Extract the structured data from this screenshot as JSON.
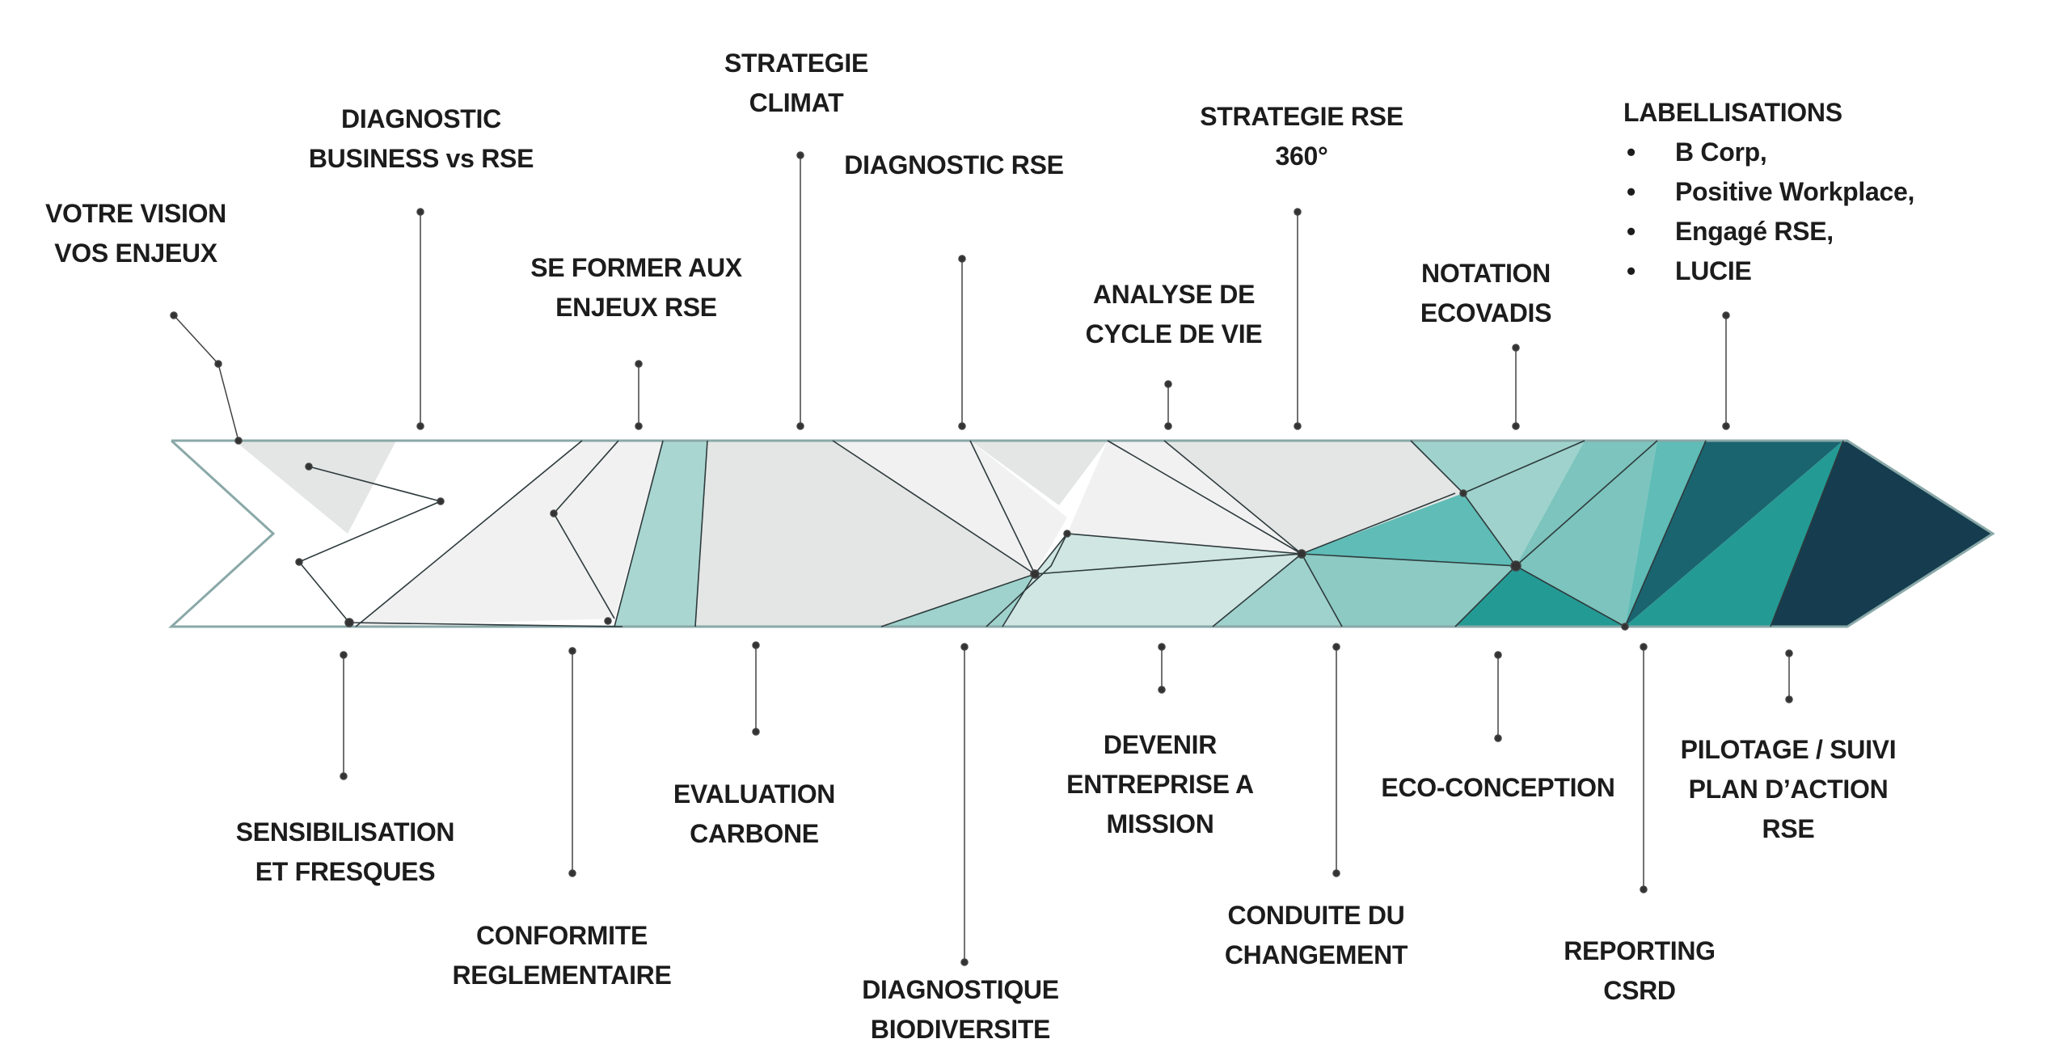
{
  "colors": {
    "teal_dark": "#153d4f",
    "teal_deep": "#1a6470",
    "teal_mid": "#249a94",
    "teal_light": "#5fbcb6",
    "teal_pale": "#9fd2cc",
    "grey_pale": "#e3e6e4",
    "grey_light": "#f1f1f1",
    "stroke": "#2e3a3d"
  },
  "top_labels": [
    {
      "id": "vision",
      "lines": [
        "VOTRE VISION",
        "VOS ENJEUX"
      ]
    },
    {
      "id": "diag-business",
      "lines": [
        "DIAGNOSTIC",
        "BUSINESS vs RSE"
      ]
    },
    {
      "id": "former",
      "lines": [
        "SE FORMER AUX",
        "ENJEUX RSE"
      ]
    },
    {
      "id": "climat",
      "lines": [
        "STRATEGIE",
        "CLIMAT"
      ]
    },
    {
      "id": "diag-rse",
      "lines": [
        "DIAGNOSTIC RSE"
      ]
    },
    {
      "id": "acv",
      "lines": [
        "ANALYSE DE",
        "CYCLE DE VIE"
      ]
    },
    {
      "id": "strat360",
      "lines": [
        "STRATEGIE RSE",
        "360°"
      ]
    },
    {
      "id": "ecovadis",
      "lines": [
        "NOTATION",
        "ECOVADIS"
      ]
    }
  ],
  "labellisations": {
    "title": "LABELLISATIONS",
    "items": [
      "B Corp,",
      "Positive Workplace,",
      "Engagé RSE,",
      "LUCIE"
    ]
  },
  "bottom_labels": [
    {
      "id": "sensib",
      "lines": [
        "SENSIBILISATION",
        "ET FRESQUES"
      ]
    },
    {
      "id": "conformite",
      "lines": [
        "CONFORMITE",
        "REGLEMENTAIRE"
      ]
    },
    {
      "id": "carbone",
      "lines": [
        "EVALUATION",
        "CARBONE"
      ]
    },
    {
      "id": "biodiv",
      "lines": [
        "DIAGNOSTIQUE",
        "BIODIVERSITE"
      ]
    },
    {
      "id": "mission",
      "lines": [
        "DEVENIR",
        "ENTREPRISE A",
        "MISSION"
      ]
    },
    {
      "id": "conduite",
      "lines": [
        "CONDUITE DU",
        "CHANGEMENT"
      ]
    },
    {
      "id": "ecoconception",
      "lines": [
        "ECO-CONCEPTION"
      ]
    },
    {
      "id": "csrd",
      "lines": [
        "REPORTING",
        "CSRD"
      ]
    },
    {
      "id": "pilotage",
      "lines": [
        "PILOTAGE / SUIVI",
        "PLAN D’ACTION",
        "RSE"
      ]
    }
  ]
}
